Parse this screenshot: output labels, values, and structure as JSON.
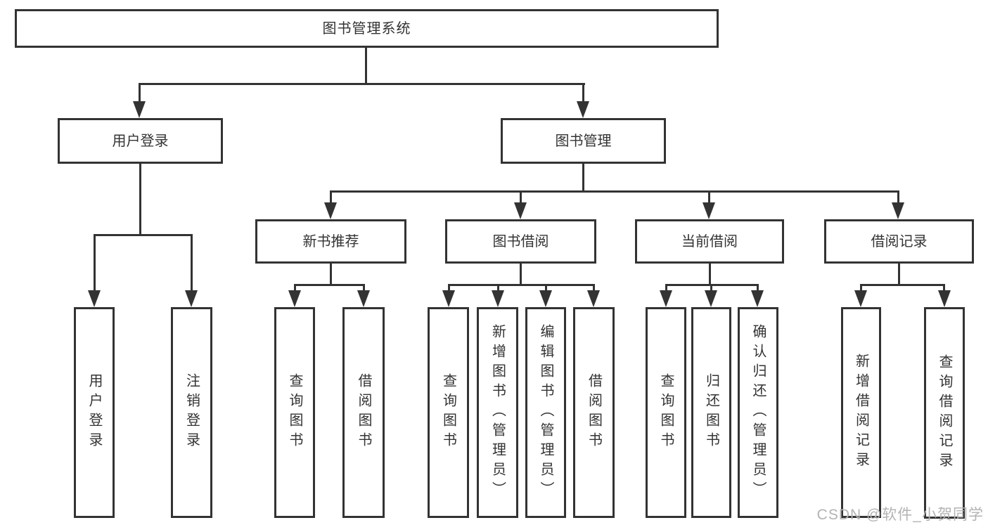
{
  "nodes": {
    "root": "图书管理系统",
    "level2": [
      "用户登录",
      "图书管理"
    ],
    "level3": [
      "新书推荐",
      "图书借阅",
      "当前借阅",
      "借阅记录"
    ],
    "level4": [
      "用户登录",
      "注销登录",
      "查询图书",
      "借阅图书",
      "查询图书",
      "新增图书（管理员）",
      "编辑图书（管理员）",
      "借阅图书",
      "查询图书",
      "归还图书",
      "确认归还（管理员）",
      "新增借阅记录",
      "查询借阅记录"
    ]
  },
  "watermark": "CSDN @软件_小贺同学",
  "colors": {
    "line": "#333333",
    "text": "#333333",
    "background": "#ffffff",
    "watermark": "#b3b3b3"
  }
}
